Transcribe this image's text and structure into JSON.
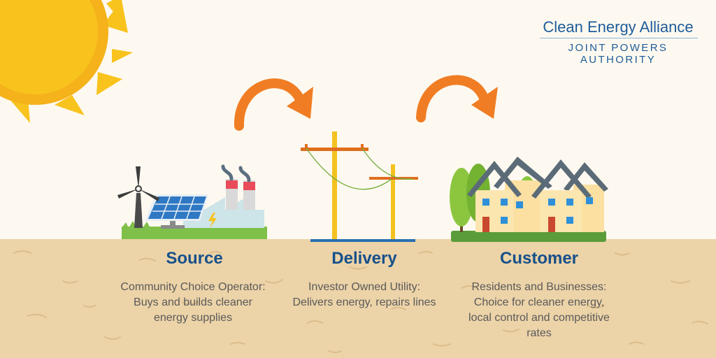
{
  "brand": {
    "name": "Clean Energy Alliance",
    "subtitle": "JOINT POWERS AUTHORITY"
  },
  "colors": {
    "heading": "#17508a",
    "arrow": "#f07d23",
    "sun": "#f8c31d",
    "ground": "#ecd3a8"
  },
  "steps": [
    {
      "title": "Source",
      "description": "Community Choice Operator:\nBuys and builds cleaner\nenergy supplies"
    },
    {
      "title": "Delivery",
      "description": "Investor Owned Utility:\nDelivers energy, repairs lines"
    },
    {
      "title": "Customer",
      "description": "Residents and Businesses:\nChoice for cleaner energy,\nlocal control and competitive\nrates"
    }
  ]
}
